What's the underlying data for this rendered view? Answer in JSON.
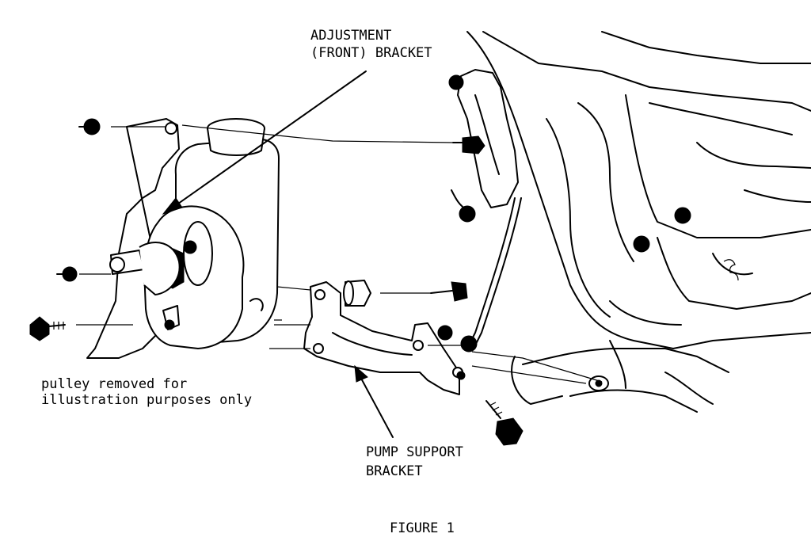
{
  "labels": {
    "adjustment_line1": "ADJUSTMENT",
    "adjustment_line2": "(FRONT) BRACKET",
    "pulley_line1": "pulley removed for",
    "pulley_line2": "illustration purposes only",
    "pump_support_line1": "PUMP SUPPORT",
    "pump_support_line2": "BRACKET",
    "figure_caption": "FIGURE 1"
  }
}
